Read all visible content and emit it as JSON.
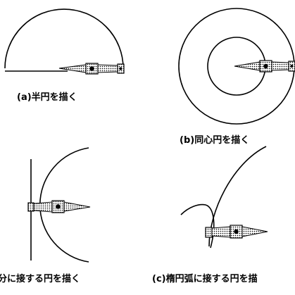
{
  "captions": {
    "semicircle": "(a)半円を描く",
    "concentric": "(b)同心円を描く",
    "tangent_line": "線分に接する円を描く",
    "tangent_ellipse_arc": "(c)楕円弧に接する円を描"
  },
  "colors": {
    "ink": "#000000",
    "paper": "#ffffff"
  }
}
